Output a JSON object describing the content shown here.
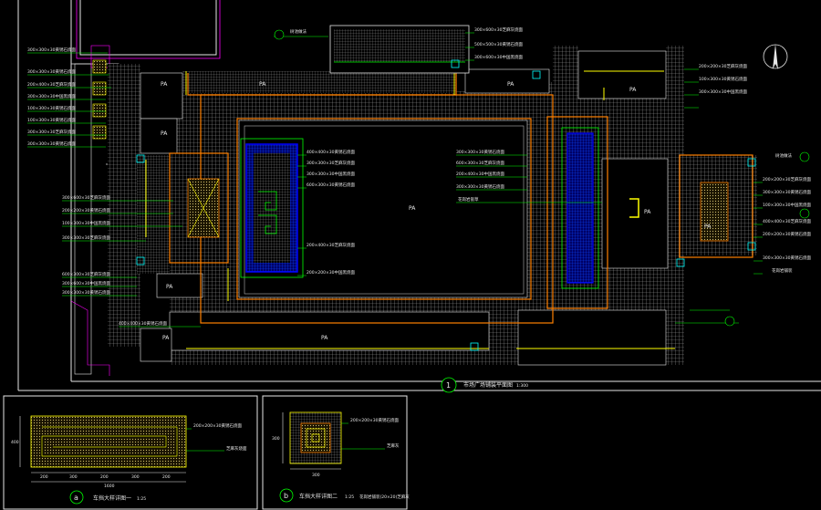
{
  "plan": {
    "number": "1",
    "title": "市场广场铺装平面图",
    "scale": "1:300",
    "area_label": "PA"
  },
  "callouts": {
    "left": [
      "300×300×30黄锈石烧面",
      "300×300×30黄锈石烧面",
      "200×400×30芝麻灰烧面",
      "300×300×30中国黑烧面",
      "100×300×30黄锈石烧面",
      "100×300×30黄锈石烧面",
      "300×300×30芝麻灰烧面",
      "300×300×30黄锈石烧面"
    ],
    "left_mid": [
      "300×600×30芝麻灰烧面",
      "200×200×30黄锈石烧面",
      "100×300×30中国黑烧面",
      "300×300×30芝麻灰烧面"
    ],
    "left_low": [
      "600×300×30芝麻灰烧面",
      "300×600×30中国黑烧面",
      "300×300×30黄锈石烧面"
    ],
    "bottom": "400×400×30黄锈石烧面",
    "top": [
      "300×600×30芝麻灰烧面",
      "500×500×30黄锈石烧面",
      "300×600×30中国黑烧面"
    ],
    "pool": [
      "400×400×30黄锈石烧面",
      "300×300×30芝麻灰烧面",
      "300×300×30中国黑烧面",
      "600×300×30黄锈石烧面"
    ],
    "pool_low": [
      "200×400×30芝麻灰烧面",
      "200×200×30中国黑烧面"
    ],
    "center": [
      "300×300×30黄锈石烧面",
      "600×300×30芝麻灰烧面",
      "200×400×30中国黑烧面",
      "300×300×30黄锈石烧面",
      "花岗岩嵌草"
    ],
    "right_top": [
      "200×200×30芝麻灰烧面",
      "100×300×30黄锈石烧面",
      "300×300×30中国黑烧面"
    ],
    "right_mid": [
      "200×200×30芝麻灰烧面",
      "300×300×30黄锈石烧面",
      "100×300×30中国黑烧面",
      "400×400×30芝麻灰烧面",
      "200×200×30黄锈石烧面"
    ],
    "right_low": [
      "300×300×30黄锈石烧面",
      "花岗岩铺装"
    ],
    "tree_top": "树池做法",
    "tree_right": "树池做法"
  },
  "detail_a": {
    "marker": "a",
    "title": "车挡大样详图一",
    "scale": "1:25",
    "callout_top": "200×200×30黄锈石烧面",
    "callout_right": "芝麻灰烧面",
    "dim_side": "400",
    "dims_bottom": [
      "200",
      "300",
      "200",
      "300",
      "200"
    ],
    "dim_total": "1600"
  },
  "detail_b": {
    "marker": "b",
    "title": "车挡大样详图二",
    "scale": "1:25",
    "note": "花岗岩铺装(20×20)芝麻灰",
    "callout_top": "200×200×30黄锈石烧面",
    "callout_right": "芝麻灰",
    "dim_bottom": "300",
    "dim_side": "300"
  },
  "colors": {
    "background": "#000000",
    "frame": "#e6e6e6",
    "leader": "#00ff00",
    "paving": "#b3b3b3",
    "border": "#ff8000",
    "water": "#0000ff",
    "yellow": "#ffff00",
    "magenta": "#ff00ff"
  },
  "icons": {
    "north": "north-arrow-icon"
  }
}
